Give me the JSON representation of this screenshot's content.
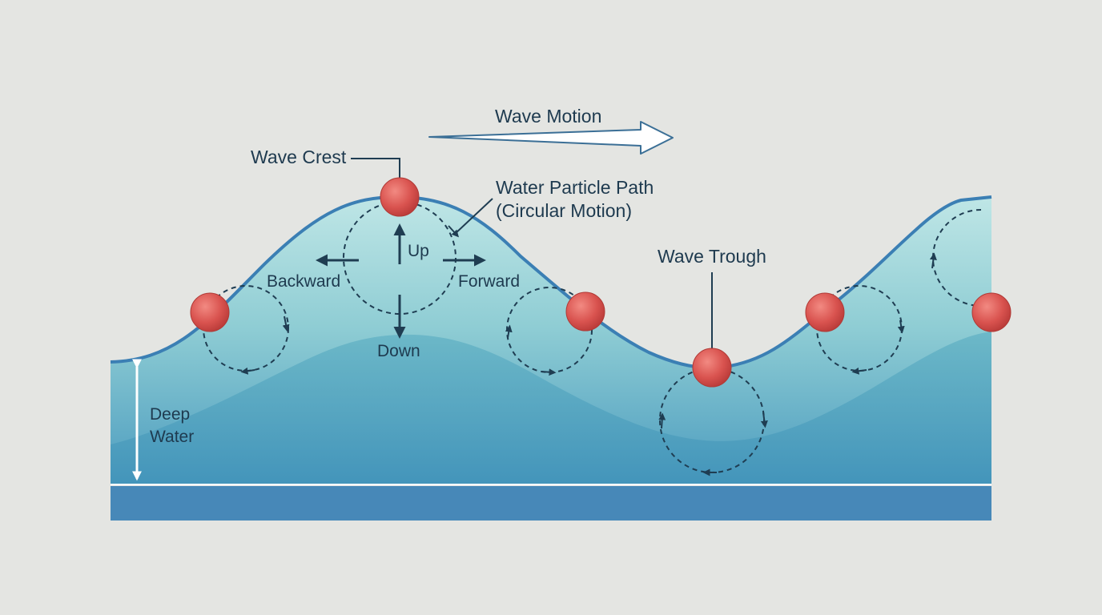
{
  "labels": {
    "wave_motion": "Wave Motion",
    "wave_crest": "Wave Crest",
    "particle_path_line1": "Water Particle Path",
    "particle_path_line2": "(Circular Motion)",
    "up": "Up",
    "down": "Down",
    "backward": "Backward",
    "forward": "Forward",
    "wave_trough": "Wave Trough",
    "deep_line1": "Deep",
    "deep_line2": "Water"
  },
  "colors": {
    "background": "#e4e5e2",
    "water_top": "#b9e3e4",
    "water_mid": "#76bccb",
    "water_deep": "#3f93b6",
    "wave_outline": "#3b7fb4",
    "sea_floor": "#4788b8",
    "particle": "#d9534f",
    "text": "#1e3a4f"
  }
}
